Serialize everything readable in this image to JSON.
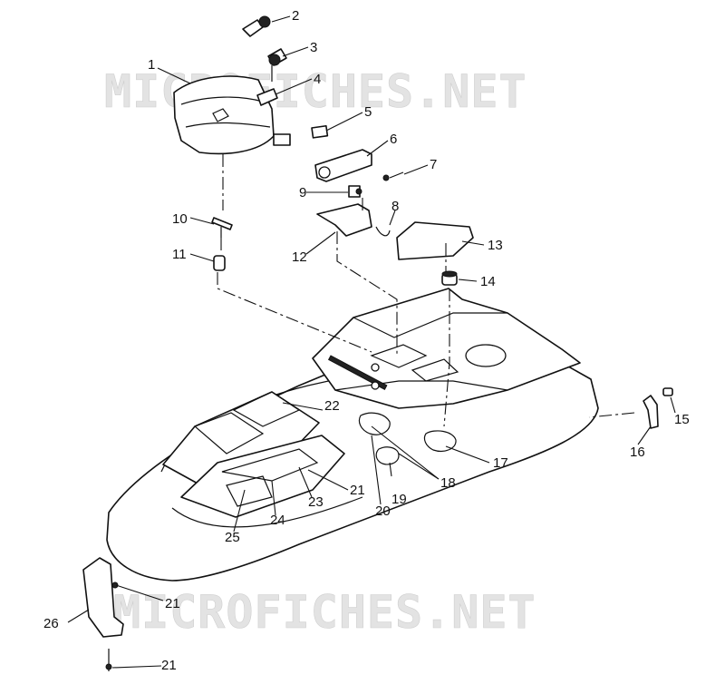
{
  "watermarks": [
    "MICROFICHES.NET",
    "MICROFICHES.NET"
  ],
  "callouts": [
    "1",
    "2",
    "3",
    "4",
    "5",
    "6",
    "7",
    "8",
    "9",
    "10",
    "11",
    "12",
    "13",
    "14",
    "15",
    "16",
    "17",
    "18",
    "19",
    "20",
    "21",
    "21",
    "21",
    "22",
    "23",
    "24",
    "25",
    "26"
  ]
}
